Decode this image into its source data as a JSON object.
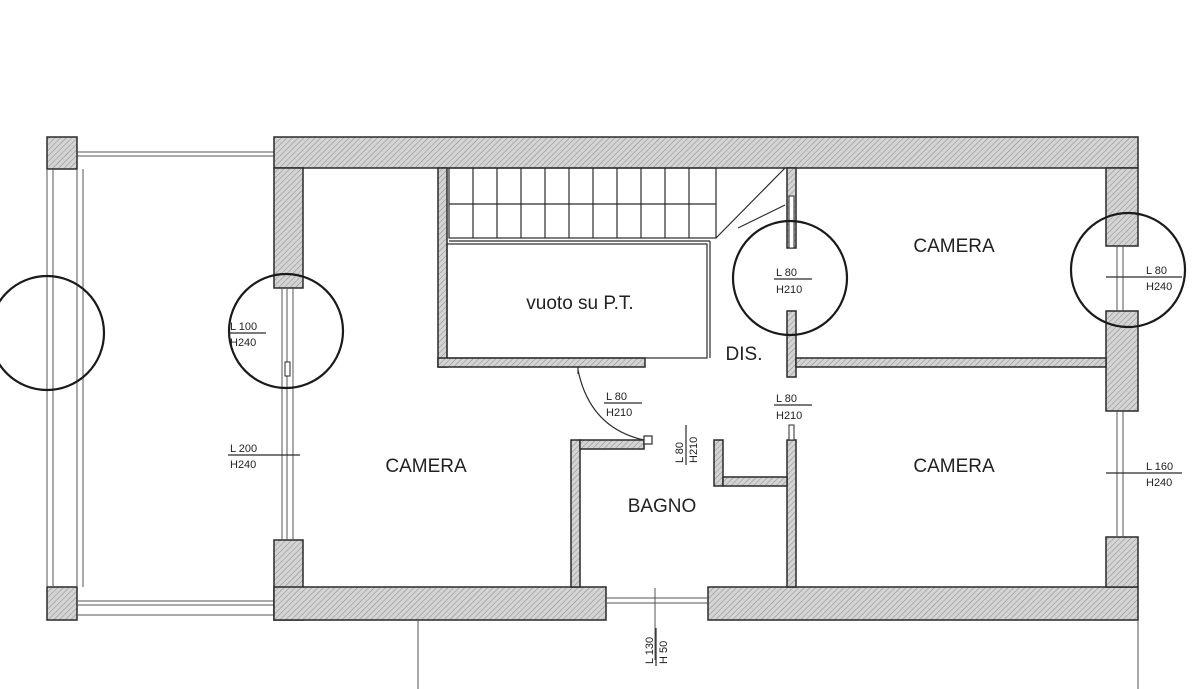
{
  "rooms": {
    "camera_left": "CAMERA",
    "camera_top_right": "CAMERA",
    "camera_bottom_right": "CAMERA",
    "bagno": "BAGNO",
    "dis": "DIS.",
    "void": "vuoto su P.T."
  },
  "openings": {
    "window_left_top": {
      "l": "L 100",
      "h": "H240"
    },
    "window_left_bottom": {
      "l": "L 200",
      "h": "H240"
    },
    "door_stair_landing": {
      "l": "L  80",
      "h": "H210"
    },
    "door_camera_top_right": {
      "l": "L  80",
      "h": "H210"
    },
    "window_right_top": {
      "l": "L  80",
      "h": "H240"
    },
    "door_camera_bottom_right": {
      "l": "L  80",
      "h": "H210"
    },
    "door_bagno": {
      "l": "L  80",
      "h": "H210"
    },
    "window_right_bottom": {
      "l": "L 160",
      "h": "H240"
    },
    "window_bagno": {
      "l": "L 130",
      "h": "H 50"
    }
  },
  "colors": {
    "wall_fill": "#cfcfcf",
    "line": "#2a2a2a"
  }
}
